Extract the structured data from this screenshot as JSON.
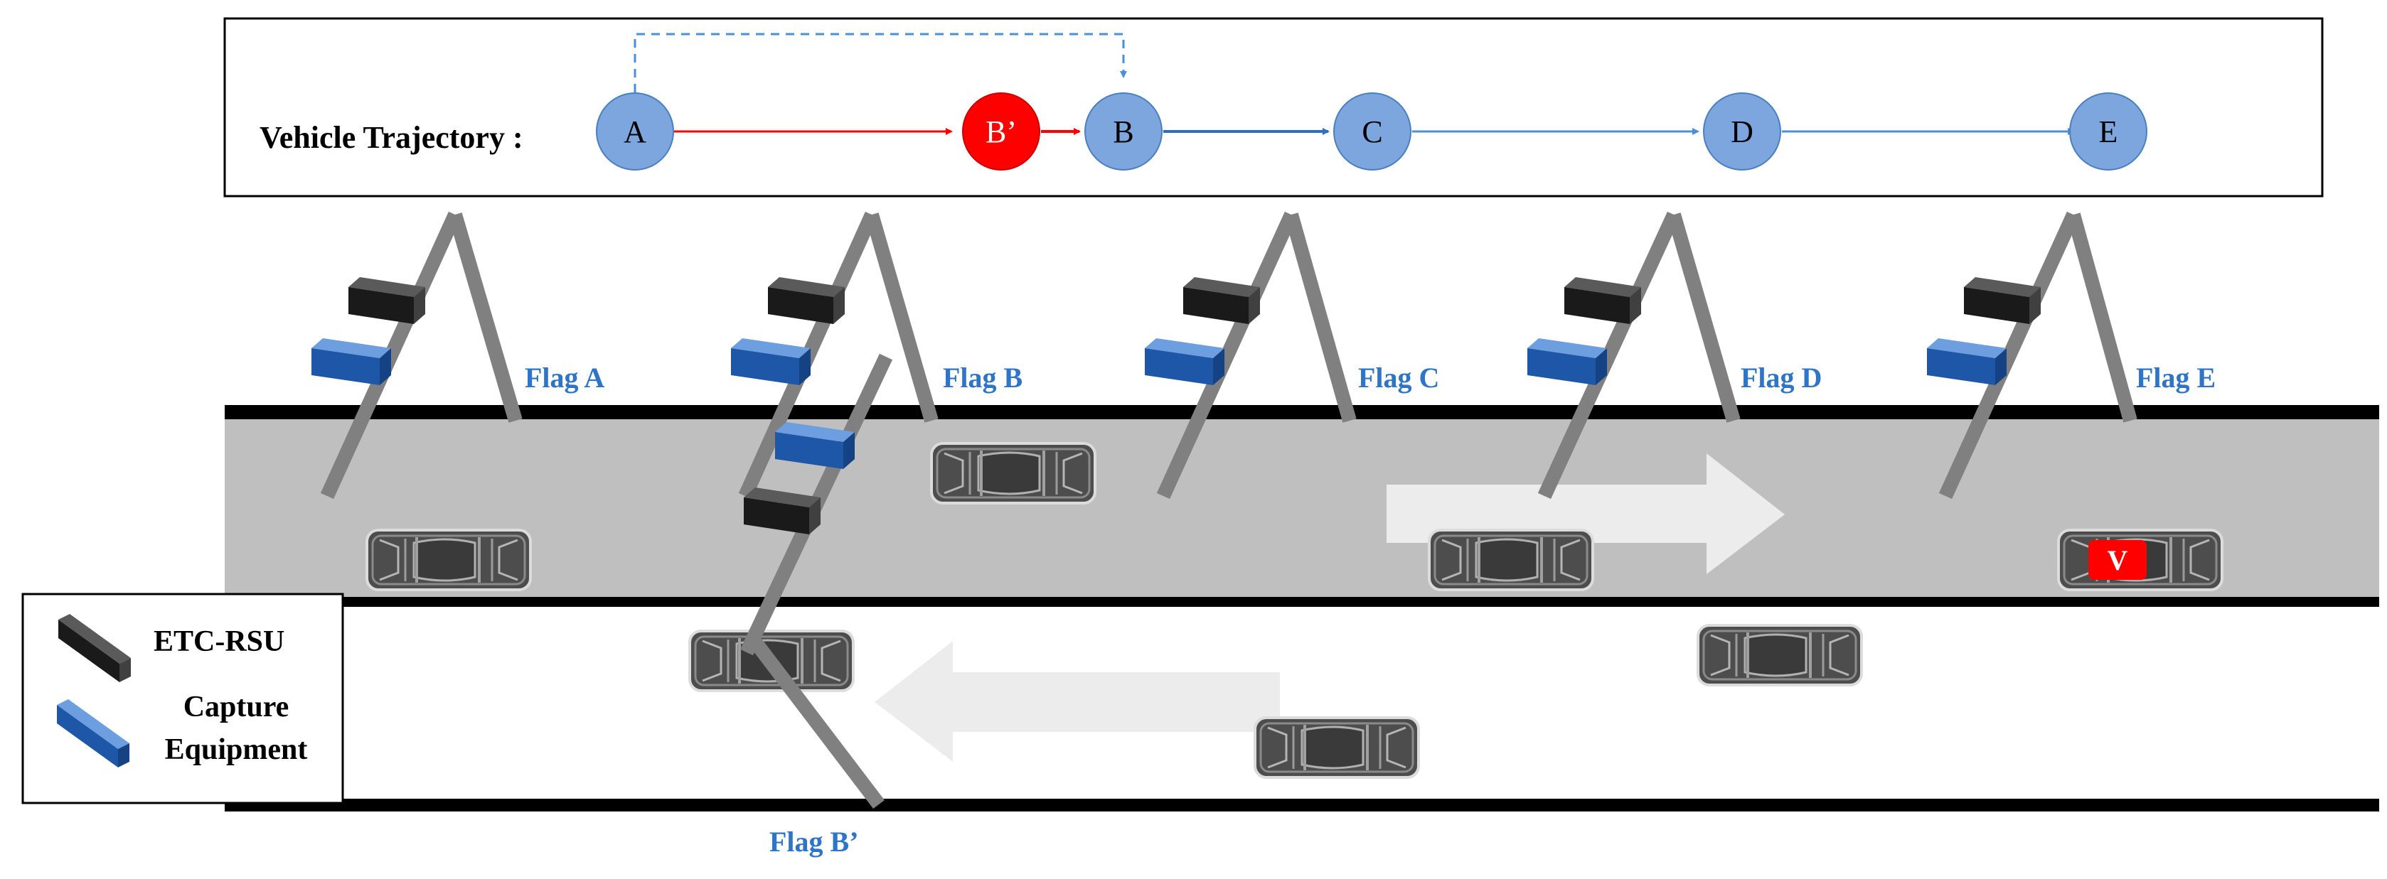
{
  "trajectory": {
    "title": "Vehicle Trajectory :",
    "nodes": [
      {
        "label": "A",
        "color": "#7ca6dd"
      },
      {
        "label": "B’",
        "color": "#ff0000"
      },
      {
        "label": "B",
        "color": "#7ca6dd"
      },
      {
        "label": "C",
        "color": "#7ca6dd"
      },
      {
        "label": "D",
        "color": "#7ca6dd"
      },
      {
        "label": "E",
        "color": "#7ca6dd"
      }
    ]
  },
  "flags": {
    "a": "Flag A",
    "b": "Flag B",
    "c": "Flag C",
    "d": "Flag D",
    "e": "Flag E",
    "b_prime": "Flag B’"
  },
  "legend": {
    "etc_rsu": "ETC-RSU",
    "capture_line1": "Capture",
    "capture_line2": "Equipment"
  },
  "target_vehicle_label": "V",
  "colors": {
    "flag_text": "#2e75c8",
    "node_fill": "#7ca6dd",
    "highlight": "#ff0000",
    "road": "#bfbfbf",
    "pole": "#808080",
    "rsu": "#1a1a1a",
    "capture": "#1f57a8"
  }
}
